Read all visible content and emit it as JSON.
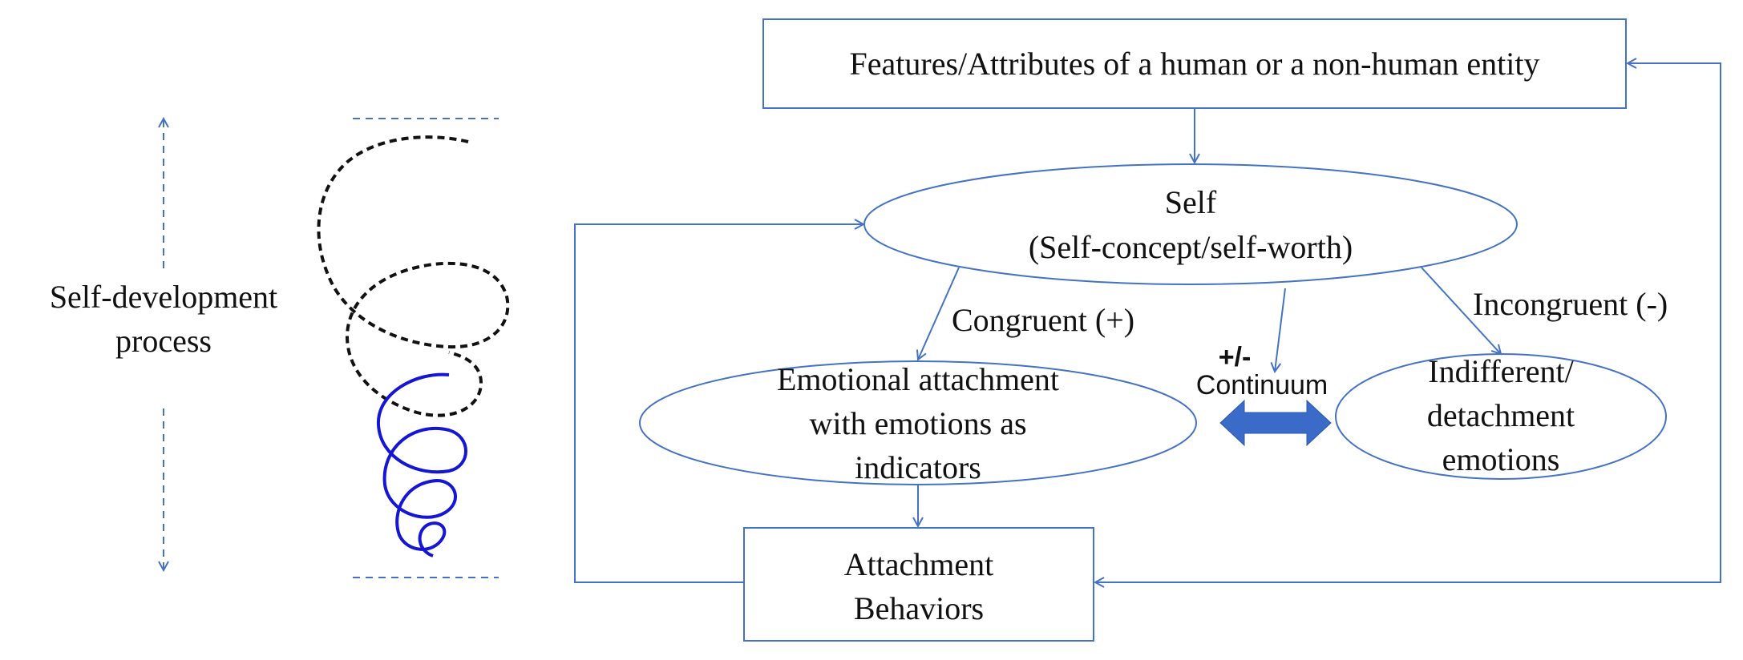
{
  "left_panel": {
    "label_line1": "Self-development",
    "label_line2": "process"
  },
  "boxes": {
    "features": "Features/Attributes of a human or a non-human entity",
    "behaviors_line1": "Attachment",
    "behaviors_line2": "Behaviors"
  },
  "ellipses": {
    "self_line1": "Self",
    "self_line2": "(Self-concept/self-worth)",
    "emotional_line1": "Emotional attachment",
    "emotional_line2": "with emotions as",
    "emotional_line3": "indicators",
    "indifferent_line1": "Indifferent/",
    "indifferent_line2": "detachment",
    "indifferent_line3": "emotions"
  },
  "edge_labels": {
    "congruent": "Congruent (+)",
    "incongruent": "Incongruent (-)",
    "plus_minus": "+/-",
    "continuum": "Continuum"
  },
  "colors": {
    "line": "#4472C4",
    "spiral_black": "#111111",
    "spiral_blue": "#1515d6",
    "double_arrow": "#3A6BC9"
  }
}
